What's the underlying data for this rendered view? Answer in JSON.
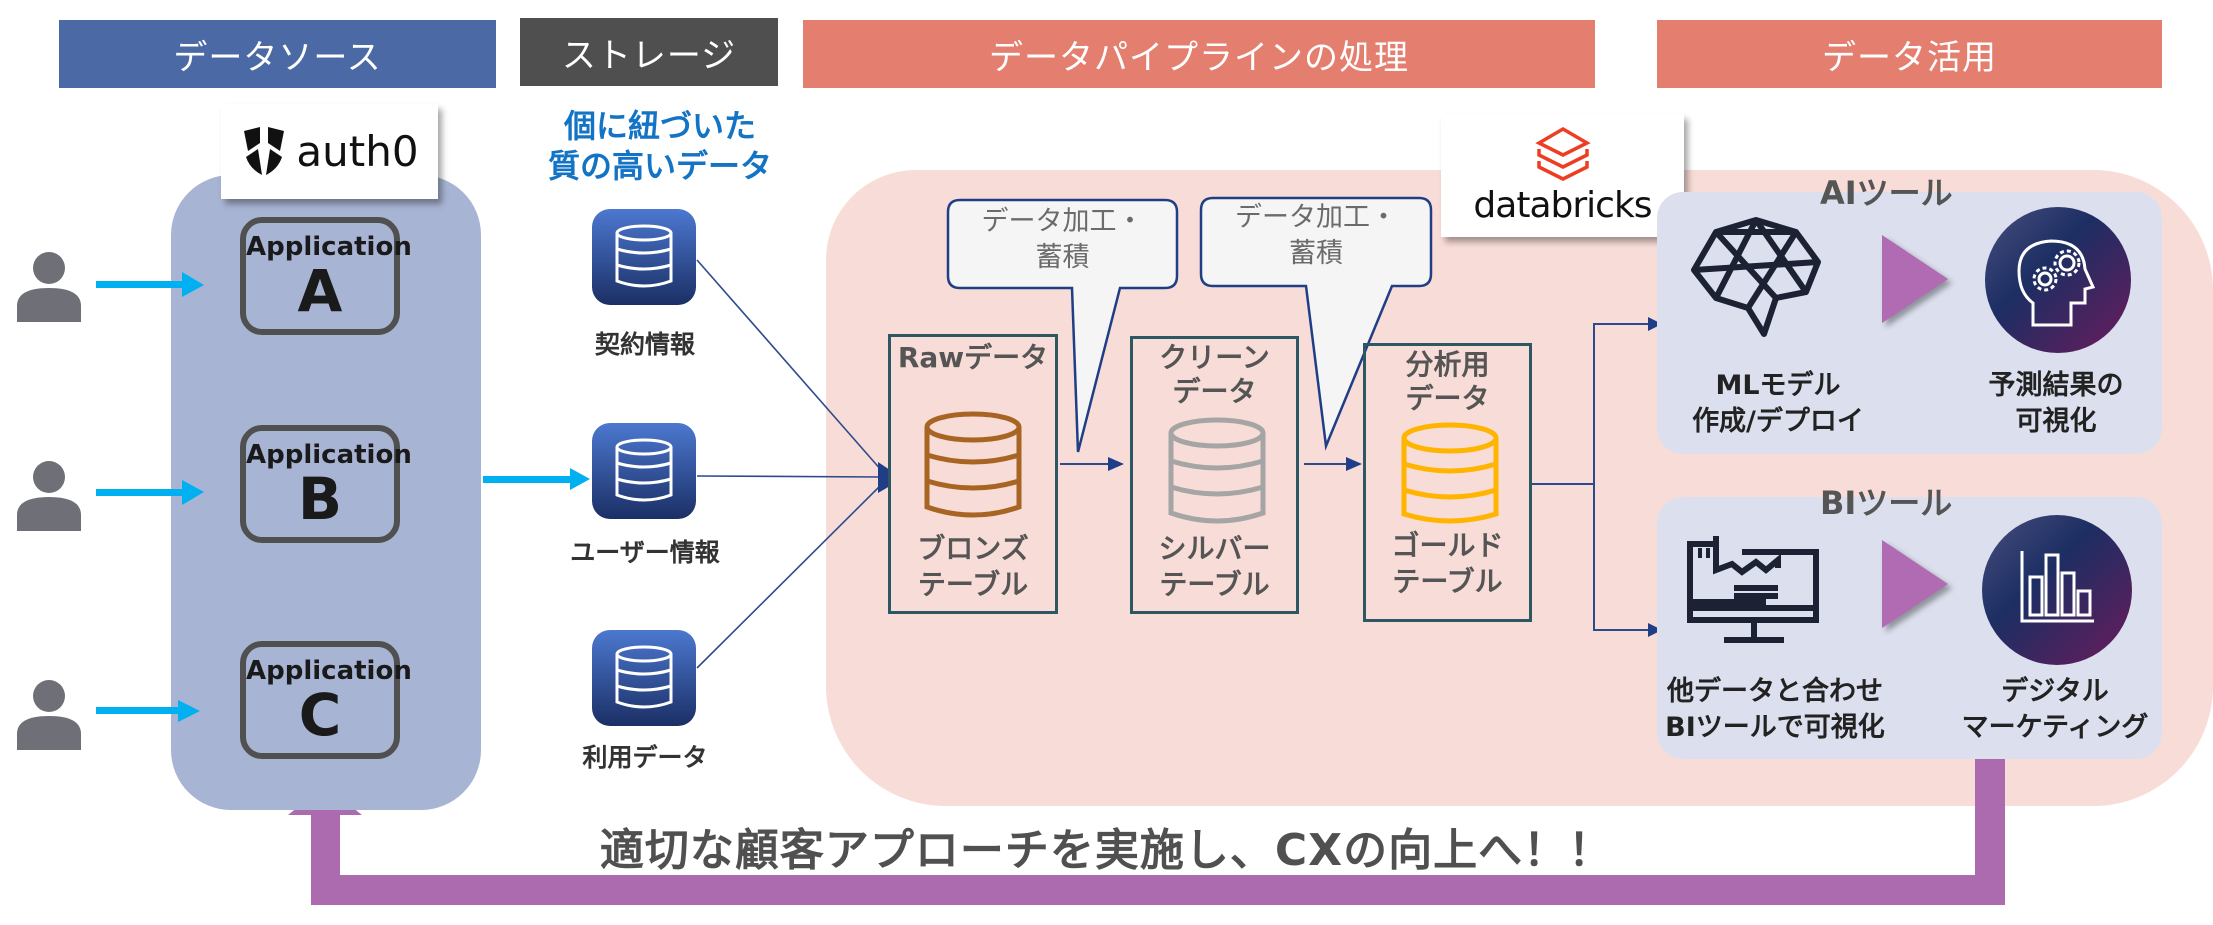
{
  "headers": {
    "data_source": "データソース",
    "storage": "ストレージ",
    "pipeline": "データパイプラインの処理",
    "utilization": "データ活用"
  },
  "colors": {
    "data_source_header": "#4b6aa5",
    "storage_header": "#4f4f4f",
    "pipeline_header": "#e47f6f",
    "utilization_header": "#e47f6f",
    "auth_panel": "#a7b4d3",
    "pipeline_bg": "#f8dcd7",
    "user_arrow": "#00b0f0",
    "feedback_arrow": "#ad6baf",
    "quality_text": "#1373c4",
    "bronze": "#a86423",
    "silver": "#a5a5a5",
    "gold": "#ffb400"
  },
  "auth0": {
    "logo_text": "auth0",
    "applications": [
      {
        "title": "Application",
        "letter": "A"
      },
      {
        "title": "Application",
        "letter": "B"
      },
      {
        "title": "Application",
        "letter": "C"
      }
    ]
  },
  "storage": {
    "quality_line1": "個に紐づいた",
    "quality_line2": "質の高いデータ",
    "databases": [
      {
        "label": "契約情報"
      },
      {
        "label": "ユーザー情報"
      },
      {
        "label": "利用データ"
      }
    ]
  },
  "pipeline": {
    "databricks_logo_text": "databricks",
    "callouts": [
      {
        "line1": "データ加工・",
        "line2": "蓄積"
      },
      {
        "line1": "データ加工・",
        "line2": "蓄積"
      }
    ],
    "stages": [
      {
        "title_line1": "Rawデータ",
        "title_line2": "",
        "table_line1": "ブロンズ",
        "table_line2": "テーブル"
      },
      {
        "title_line1": "クリーン",
        "title_line2": "データ",
        "table_line1": "シルバー",
        "table_line2": "テーブル"
      },
      {
        "title_line1": "分析用",
        "title_line2": "データ",
        "table_line1": "ゴールド",
        "table_line2": "テーブル"
      }
    ]
  },
  "utilization": {
    "ai_tools": {
      "title": "AIツール",
      "left_label_line1": "MLモデル",
      "left_label_line2": "作成/デプロイ",
      "right_label_line1": "予測結果の",
      "right_label_line2": "可視化"
    },
    "bi_tools": {
      "title": "BIツール",
      "left_label_line1": "他データと合わせ",
      "left_label_line2": "BIツールで可視化",
      "right_label_line1": "デジタル",
      "right_label_line2": "マーケティング"
    }
  },
  "footer": {
    "message": "適切な顧客アプローチを実施し、CXの向上へ！！"
  }
}
